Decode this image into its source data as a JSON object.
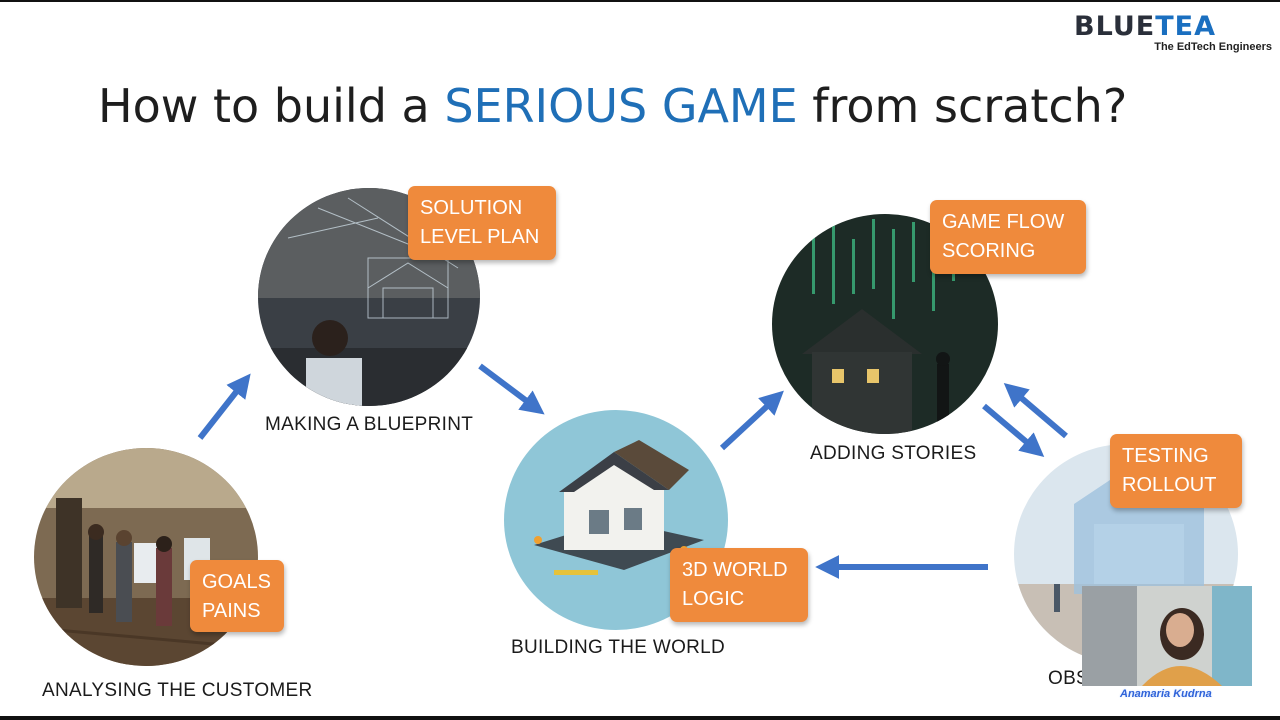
{
  "logo": {
    "name_dark": "BLUE",
    "name_accent": "TEA",
    "tagline": "The EdTech Engineers"
  },
  "title": {
    "before": "How to build a ",
    "highlight": "SERIOUS GAME",
    "after": " from scratch?"
  },
  "steps": [
    {
      "id": "analysing",
      "caption": "ANALYSING THE CUSTOMER",
      "tag_lines": [
        "GOALS",
        "PAINS"
      ],
      "image": "empty-room-photo"
    },
    {
      "id": "blueprint",
      "caption": "MAKING A BLUEPRINT",
      "tag_lines": [
        "SOLUTION",
        "LEVEL PLAN"
      ],
      "image": "architect-hologram-photo"
    },
    {
      "id": "world",
      "caption": "BUILDING THE WORLD",
      "tag_lines": [
        "3D WORLD",
        "LOGIC"
      ],
      "image": "miniature-house-construction-photo"
    },
    {
      "id": "stories",
      "caption": "ADDING STORIES",
      "tag_lines": [
        "GAME FLOW",
        "SCORING"
      ],
      "image": "digital-haunted-house-photo"
    },
    {
      "id": "observing",
      "caption": "OBSERVING USE",
      "tag_lines": [
        "TESTING",
        "ROLLOUT"
      ],
      "image": "glass-house-crowd-photo"
    }
  ],
  "colors": {
    "tag": "#ef8a3c",
    "arrow": "#3f74c9",
    "title_accent": "#1f6fb7"
  },
  "presenter": {
    "name": "Anamaria Kudrna"
  }
}
